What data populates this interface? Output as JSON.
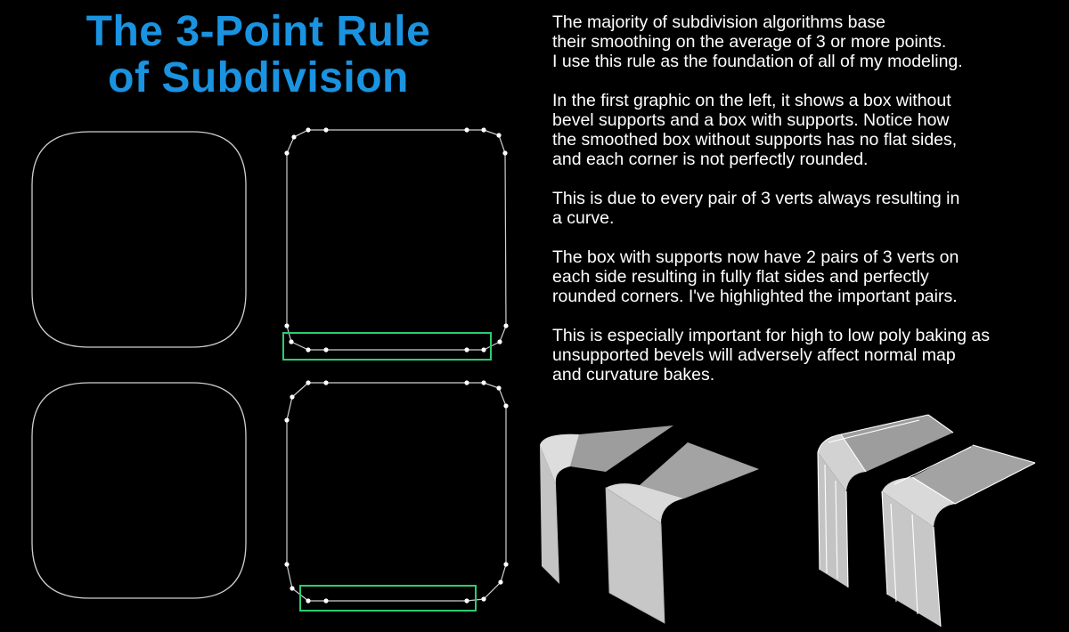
{
  "title": {
    "line1": "The 3-Point Rule",
    "line2": "of Subdivision"
  },
  "paragraphs": [
    "The majority of subdivision algorithms base\ntheir smoothing on the average of 3 or more points.\nI use this rule as the foundation of all of my modeling.",
    "In the first graphic on the left, it shows a box without\nbevel supports and a box with supports. Notice how\nthe smoothed box without supports has no flat sides,\nand each corner is not perfectly rounded.",
    "This is due to every pair of 3 verts always resulting in\na curve.",
    "The box with supports now have 2 pairs of 3 verts on\neach side resulting in fully flat sides and perfectly\nrounded corners. I've highlighted the important pairs.",
    "This is especially important for high to low poly baking as\nunsupported bevels will adversely affect normal map\nand curvature bakes."
  ],
  "colors": {
    "title": "#1a93e0",
    "text": "#ffffff",
    "background": "#000000",
    "highlight": "#2ecc71",
    "outline": "#cfcfcf",
    "vertex": "#ffffff",
    "surface": "#bdbdbd"
  }
}
